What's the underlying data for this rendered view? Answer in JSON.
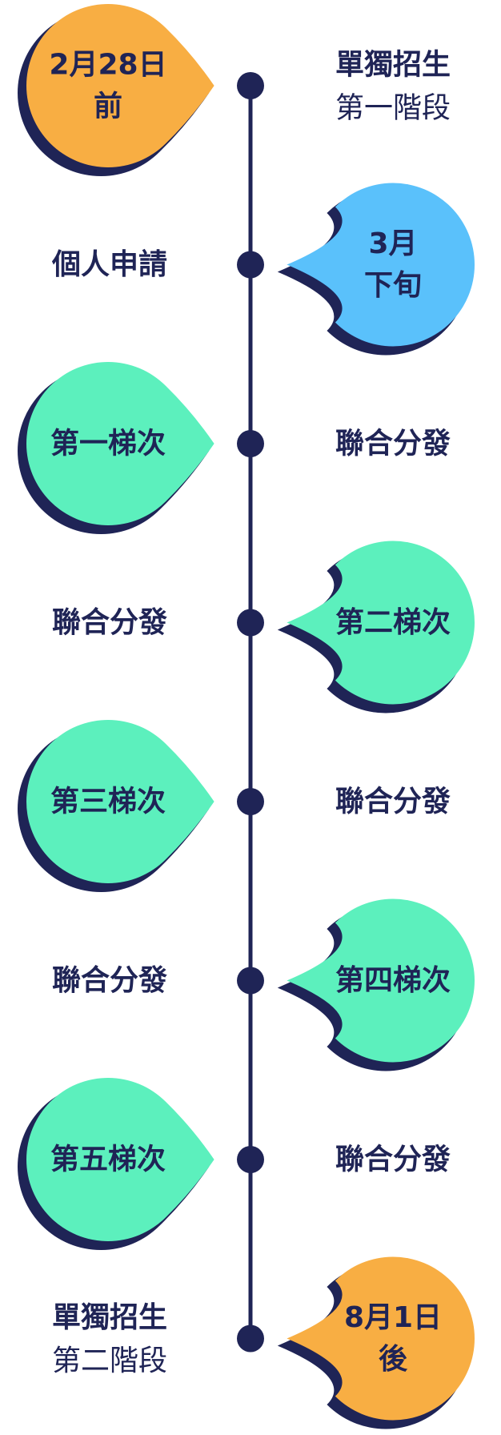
{
  "colors": {
    "navy": "#1f2456",
    "orange": "#f8ae43",
    "blue": "#5ac1fb",
    "green": "#5cf0bd"
  },
  "steps": [
    {
      "bubble": [
        "2月28日",
        "前"
      ],
      "bubble_color": "orange",
      "label_strong": "單獨招生",
      "label_light": "第一階段"
    },
    {
      "bubble": [
        "3月",
        "下旬"
      ],
      "bubble_color": "blue",
      "label_strong": "個人申請",
      "label_light": ""
    },
    {
      "bubble": [
        "第一梯次"
      ],
      "bubble_color": "green",
      "label_strong": "聯合分發",
      "label_light": ""
    },
    {
      "bubble": [
        "第二梯次"
      ],
      "bubble_color": "green",
      "label_strong": "聯合分發",
      "label_light": ""
    },
    {
      "bubble": [
        "第三梯次"
      ],
      "bubble_color": "green",
      "label_strong": "聯合分發",
      "label_light": ""
    },
    {
      "bubble": [
        "第四梯次"
      ],
      "bubble_color": "green",
      "label_strong": "聯合分發",
      "label_light": ""
    },
    {
      "bubble": [
        "第五梯次"
      ],
      "bubble_color": "green",
      "label_strong": "聯合分發",
      "label_light": ""
    },
    {
      "bubble": [
        "8月1日",
        "後"
      ],
      "bubble_color": "orange",
      "label_strong": "單獨招生",
      "label_light": "第二階段"
    }
  ]
}
